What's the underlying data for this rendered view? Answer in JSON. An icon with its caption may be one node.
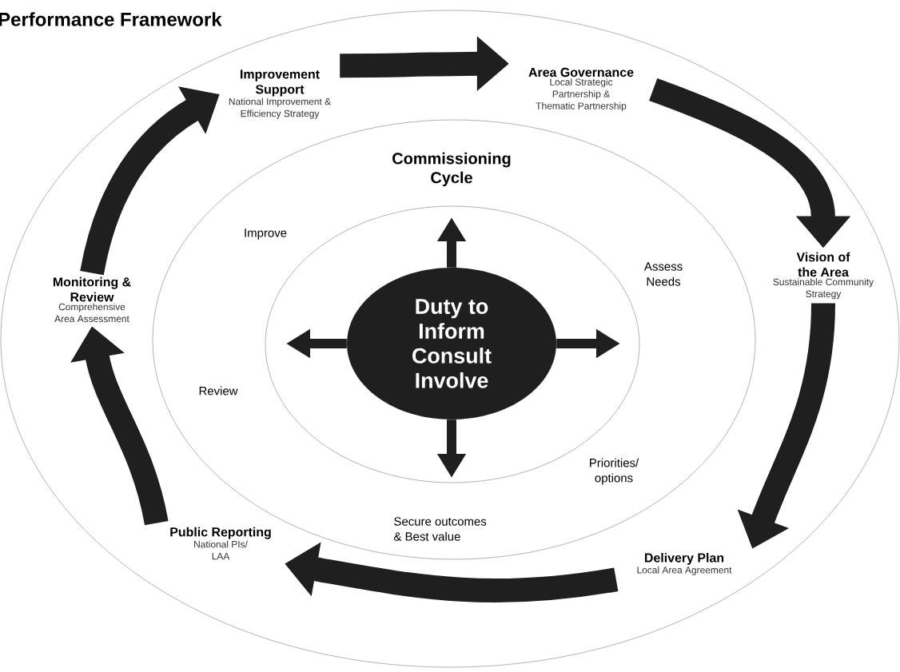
{
  "diagram": {
    "title": "Performance Framework",
    "nodes": [
      {
        "text": [
          "Improvement Support",
          "National Improvement & Efficiency Strategy"
        ]
      },
      {
        "text": [
          "Area Governance",
          "Local Strategic Partnership & Thematic Partnership"
        ]
      },
      {
        "text": [
          "Vision of the Area",
          "Sustainable Community Strategy"
        ]
      },
      {
        "text": [
          "Delivery Plan",
          "Local Area Agreement"
        ]
      },
      {
        "text": [
          "Public Reporting",
          "National PIs/ LAA"
        ]
      },
      {
        "text": [
          "Monitoring & Review",
          "Comprehensive Area Assessment"
        ]
      },
      {
        "text": [
          "Duty to Inform Consult Involve"
        ]
      }
    ],
    "edges": [
      {
        "from": 0,
        "to": 1,
        "arrow": "to"
      },
      {
        "from": 1,
        "to": 2,
        "arrow": "to"
      },
      {
        "from": 2,
        "to": 3,
        "arrow": "to"
      },
      {
        "from": 3,
        "to": 4,
        "arrow": "to"
      },
      {
        "from": 4,
        "to": 5,
        "arrow": "to"
      },
      {
        "from": 5,
        "to": 0,
        "arrow": "to"
      },
      {
        "from": 6,
        "to": null,
        "arrow": "to"
      },
      {
        "from": 6,
        "to": null,
        "arrow": "to"
      },
      {
        "from": 6,
        "to": null,
        "arrow": "to"
      },
      {
        "from": 6,
        "to": null,
        "arrow": "to"
      }
    ],
    "labels": [
      "Commissioning Cycle",
      "Improve",
      "Assess Needs",
      "Review",
      "Priorities/ options",
      "Secure outcomes & Best value"
    ]
  }
}
